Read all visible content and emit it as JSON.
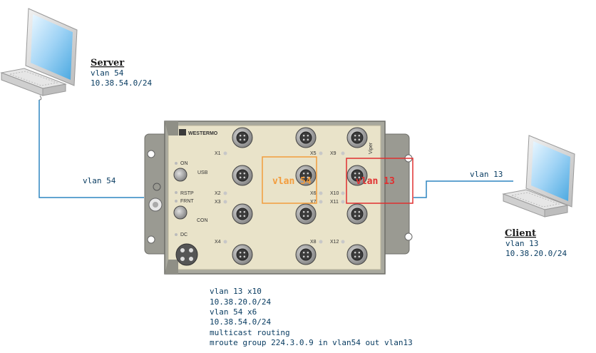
{
  "server": {
    "title": "Server",
    "vlan": "vlan 54",
    "subnet": "10.38.54.0/24"
  },
  "client": {
    "title": "Client",
    "vlan": "vlan 13",
    "subnet": "10.38.20.0/24"
  },
  "links": {
    "left": "vlan 54",
    "right": "vlan 13"
  },
  "switch": {
    "brand": "WESTERMO",
    "model": "Viper",
    "led_labels": [
      "ON",
      "RSTP",
      "FRNT",
      "DC"
    ],
    "usb_label": "USB",
    "con_label": "CON",
    "ports": [
      "X1",
      "X2",
      "X3",
      "X4",
      "X5",
      "X6",
      "X7",
      "X8",
      "X9",
      "X10",
      "X11",
      "X12"
    ]
  },
  "highlights": {
    "orange": {
      "label": "vlan 54",
      "color": "#f39c3c"
    },
    "red": {
      "label": "vlan 13",
      "color": "#e03030"
    }
  },
  "notes": [
    "vlan 13 x10",
    "10.38.20.0/24",
    "vlan 54 x6",
    "10.38.54.0/24",
    "multicast routing",
    "mroute group 224.3.0.9 in vlan54 out vlan13"
  ]
}
